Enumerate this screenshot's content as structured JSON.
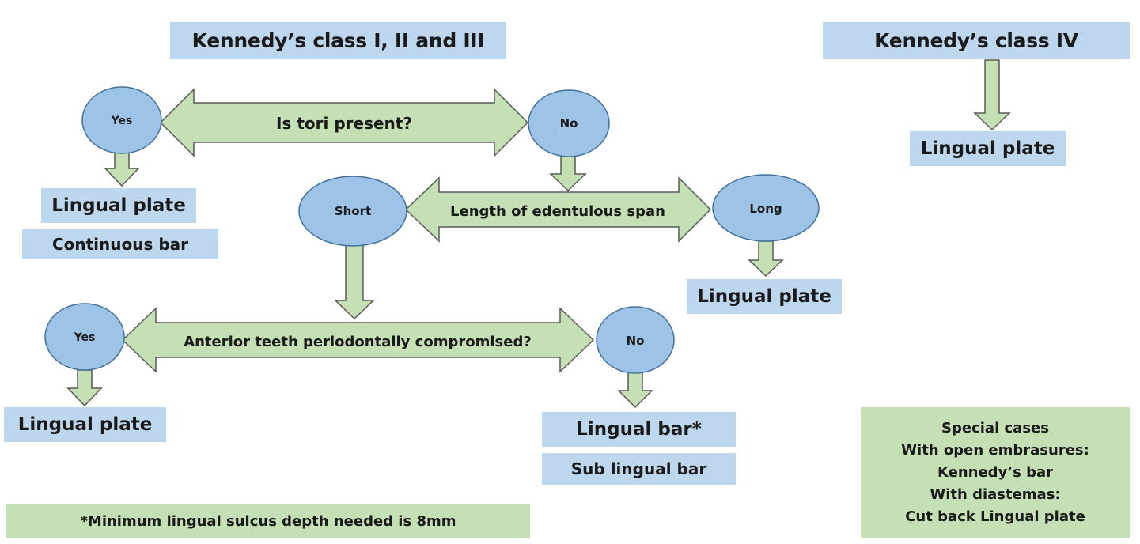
{
  "headers": {
    "left": "Kennedy’s class I, II and III",
    "right": "Kennedy’s class IV"
  },
  "tori": {
    "question": "Is tori present?",
    "yes": "Yes",
    "no": "No",
    "yes_result_1": "Lingual plate",
    "yes_result_2": "Continuous bar"
  },
  "span": {
    "question": "Length of edentulous span",
    "short": "Short",
    "long": "Long",
    "long_result": "Lingual plate"
  },
  "anterior": {
    "question": "Anterior teeth periodontally compromised?",
    "yes": "Yes",
    "no": "No",
    "yes_result": "Lingual plate",
    "no_result_1": "Lingual bar*",
    "no_result_2": "Sub lingual bar"
  },
  "class_iv": {
    "result": "Lingual plate"
  },
  "footnote": "*Minimum lingual sulcus depth needed is 8mm",
  "special_cases": {
    "lines": [
      "Special cases",
      "With open embrasures:",
      "Kennedy’s bar",
      "With diastemas:",
      "Cut back Lingual plate"
    ]
  },
  "colors": {
    "circle_fill": "#9dc3e6",
    "circle_stroke": "#41719c",
    "arrow_fill": "#c5e0b4",
    "arrow_stroke": "#5a5a5a",
    "blue_box": "#bdd7ee",
    "green_box": "#c5e0b4"
  }
}
